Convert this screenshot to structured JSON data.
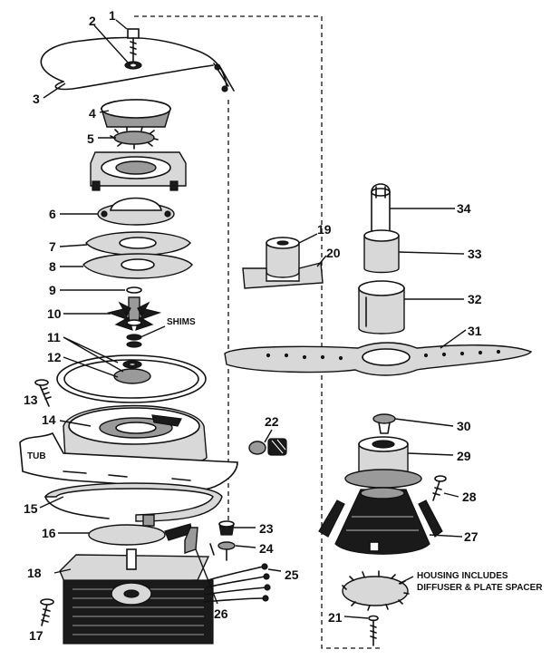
{
  "callouts": {
    "c1": "1",
    "c2": "2",
    "c3": "3",
    "c4": "4",
    "c5": "5",
    "c6": "6",
    "c7": "7",
    "c8": "8",
    "c9": "9",
    "c10": "10",
    "c11": "11",
    "c12": "12",
    "c13": "13",
    "c14": "14",
    "c15": "15",
    "c16": "16",
    "c17": "17",
    "c18": "18",
    "c19": "19",
    "c20": "20",
    "c21": "21",
    "c22": "22",
    "c23": "23",
    "c24": "24",
    "c25": "25",
    "c26": "26",
    "c27": "27",
    "c28": "28",
    "c29": "29",
    "c30": "30",
    "c31": "31",
    "c32": "32",
    "c33": "33",
    "c34": "34"
  },
  "labels": {
    "shims": "SHIMS",
    "tub": "TUB",
    "housing_line1": "HOUSING INCLUDES",
    "housing_line2": "DIFFUSER & PLATE SPACER"
  }
}
